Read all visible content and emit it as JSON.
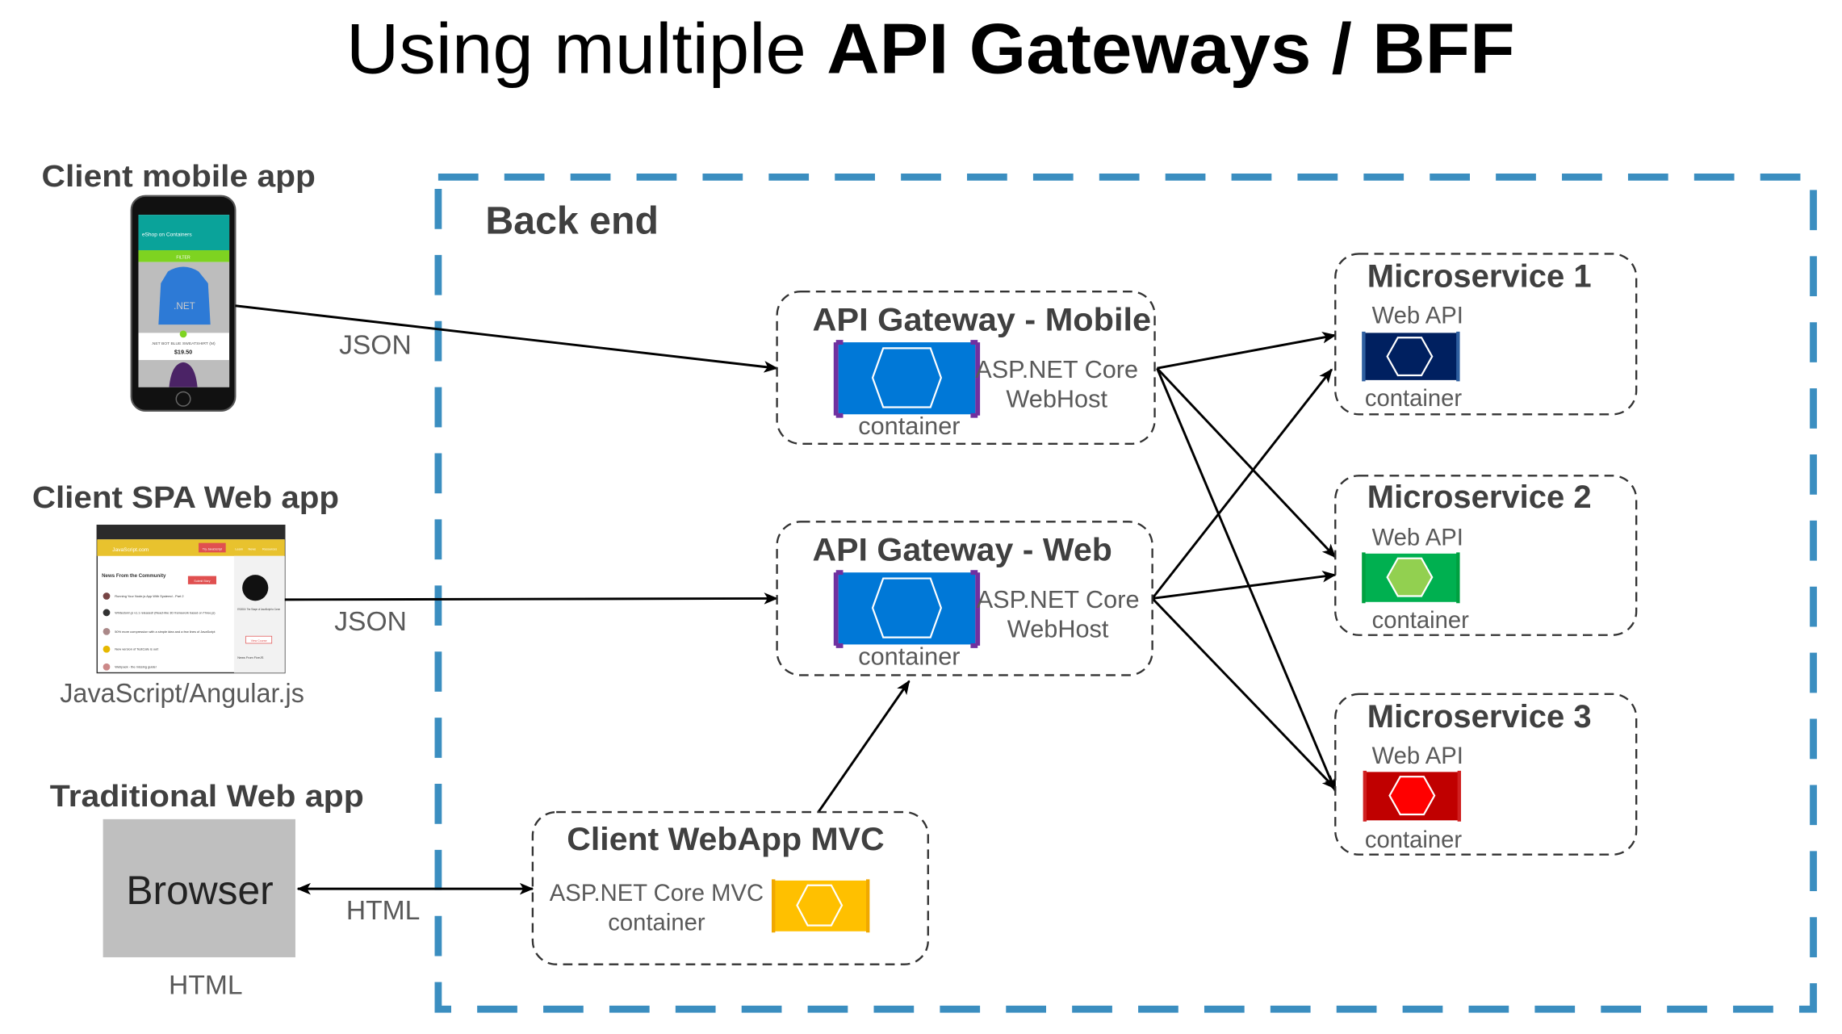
{
  "title": {
    "regular": "Using multiple ",
    "bold": "API Gateways / BFF"
  },
  "backend": {
    "label": "Back end",
    "border_color": "#3b8ec0"
  },
  "clients": {
    "mobile": {
      "label": "Client mobile app",
      "screen": {
        "app_title": "eShop on Containers",
        "filter": "FILTER",
        "product": ".NET BOT BLUE SWEATSHIRT (M)",
        "price": "$19.50",
        "logo": ".NET"
      }
    },
    "spa": {
      "label": "Client SPA Web app",
      "caption": "JavaScript/Angular.js",
      "screen": {
        "site": "JavaScript.com",
        "try": "Try JavaScript",
        "nav": [
          "Learn",
          "News",
          "Resources"
        ],
        "heading": "News From the Community",
        "submit": "Submit Story",
        "items": [
          "Running Your Node.js App With Systemd - Part 2",
          "Whitestorm.js v1.1 released! (React-like 3D framework based on Three.js)",
          "50% more compression with a simple idea and a few lines of JavaScript",
          "New version of TestCafe is out!",
          "Webpack - the missing guide!"
        ],
        "side_title": "ES2015: The Shape of JavaScript to Come",
        "side_button": "View Course",
        "side_news": "News From FiveJS"
      }
    },
    "traditional": {
      "label": "Traditional Web app",
      "browser": "Browser",
      "caption": "HTML"
    }
  },
  "links": {
    "mobile_json": "JSON",
    "spa_json": "JSON",
    "browser_html": "HTML"
  },
  "gateways": [
    {
      "title": "API Gateway - Mobile",
      "line1": "ASP.NET Core",
      "line2": "WebHost",
      "container": "container",
      "color": "#0078d7",
      "bracket": "#7030a0"
    },
    {
      "title": "API Gateway - Web",
      "line1": "ASP.NET Core",
      "line2": "WebHost",
      "container": "container",
      "color": "#0078d7",
      "bracket": "#7030a0"
    }
  ],
  "mvc": {
    "title": "Client WebApp MVC",
    "line1": "ASP.NET Core MVC",
    "line2": "container",
    "color": "#ffc000"
  },
  "microservices": [
    {
      "title": "Microservice 1",
      "api": "Web API",
      "container": "container",
      "color": "#002060",
      "hex": "#002060"
    },
    {
      "title": "Microservice 2",
      "api": "Web API",
      "container": "container",
      "color": "#00b050",
      "hex": "#92d050"
    },
    {
      "title": "Microservice 3",
      "api": "Web API",
      "container": "container",
      "color": "#c00000",
      "hex": "#ff0000"
    }
  ]
}
